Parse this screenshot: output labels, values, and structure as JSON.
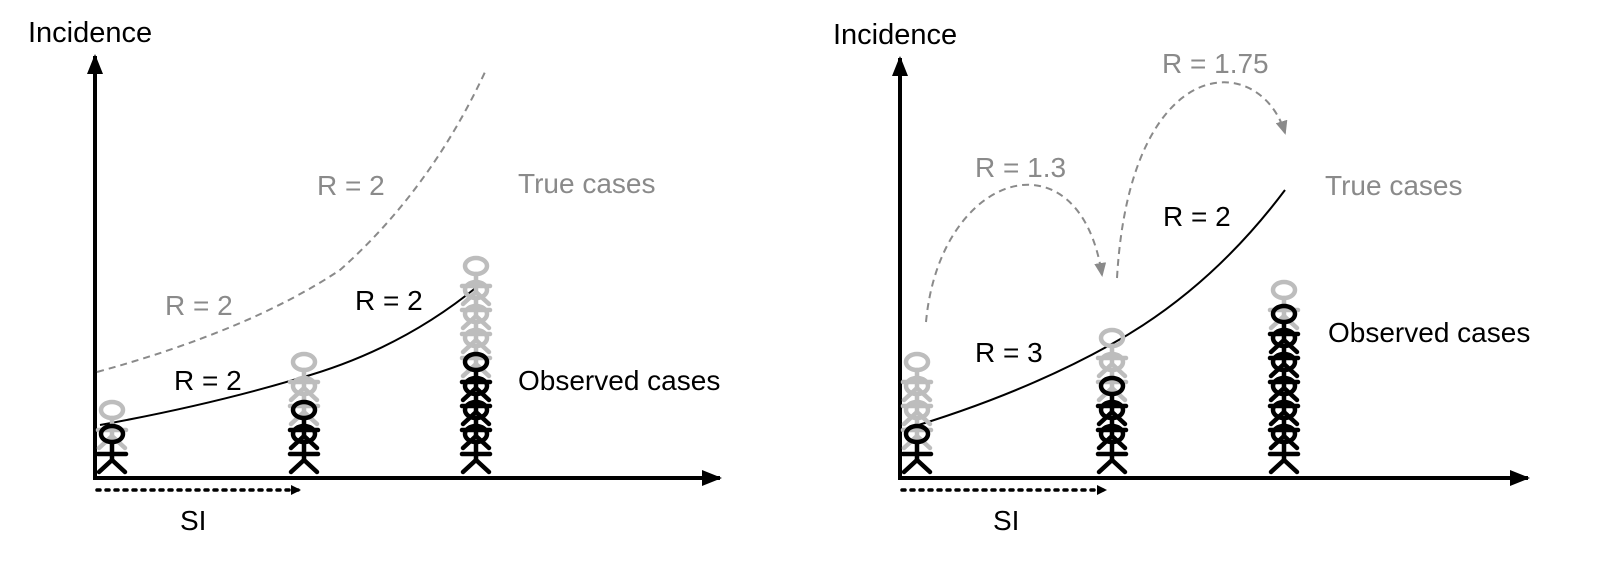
{
  "colors": {
    "observed": "#000000",
    "true_cases": "#bdbdbd",
    "annotation_gray": "#8a8a8a",
    "background": "#ffffff"
  },
  "panels": [
    {
      "y_axis_label": "Incidence",
      "x_axis_label": "SI",
      "true_cases_label": "True cases",
      "observed_cases_label": "Observed cases",
      "observed_r_labels": [
        "R = 2",
        "R = 2"
      ],
      "true_r_labels": [
        "R = 2",
        "R = 2"
      ],
      "generations": [
        {
          "observed": 1,
          "true": 2
        },
        {
          "observed": 2,
          "true": 4
        },
        {
          "observed": 4,
          "true": 8
        }
      ]
    },
    {
      "y_axis_label": "Incidence",
      "x_axis_label": "SI",
      "true_cases_label": "True cases",
      "observed_cases_label": "Observed cases",
      "observed_r_labels": [
        "R = 3",
        "R = 2"
      ],
      "true_r_labels": [
        "R = 1.3",
        "R = 1.75"
      ],
      "generations": [
        {
          "observed": 1,
          "true": 4
        },
        {
          "observed": 3,
          "true": 5
        },
        {
          "observed": 6,
          "true": 7
        }
      ]
    }
  ]
}
